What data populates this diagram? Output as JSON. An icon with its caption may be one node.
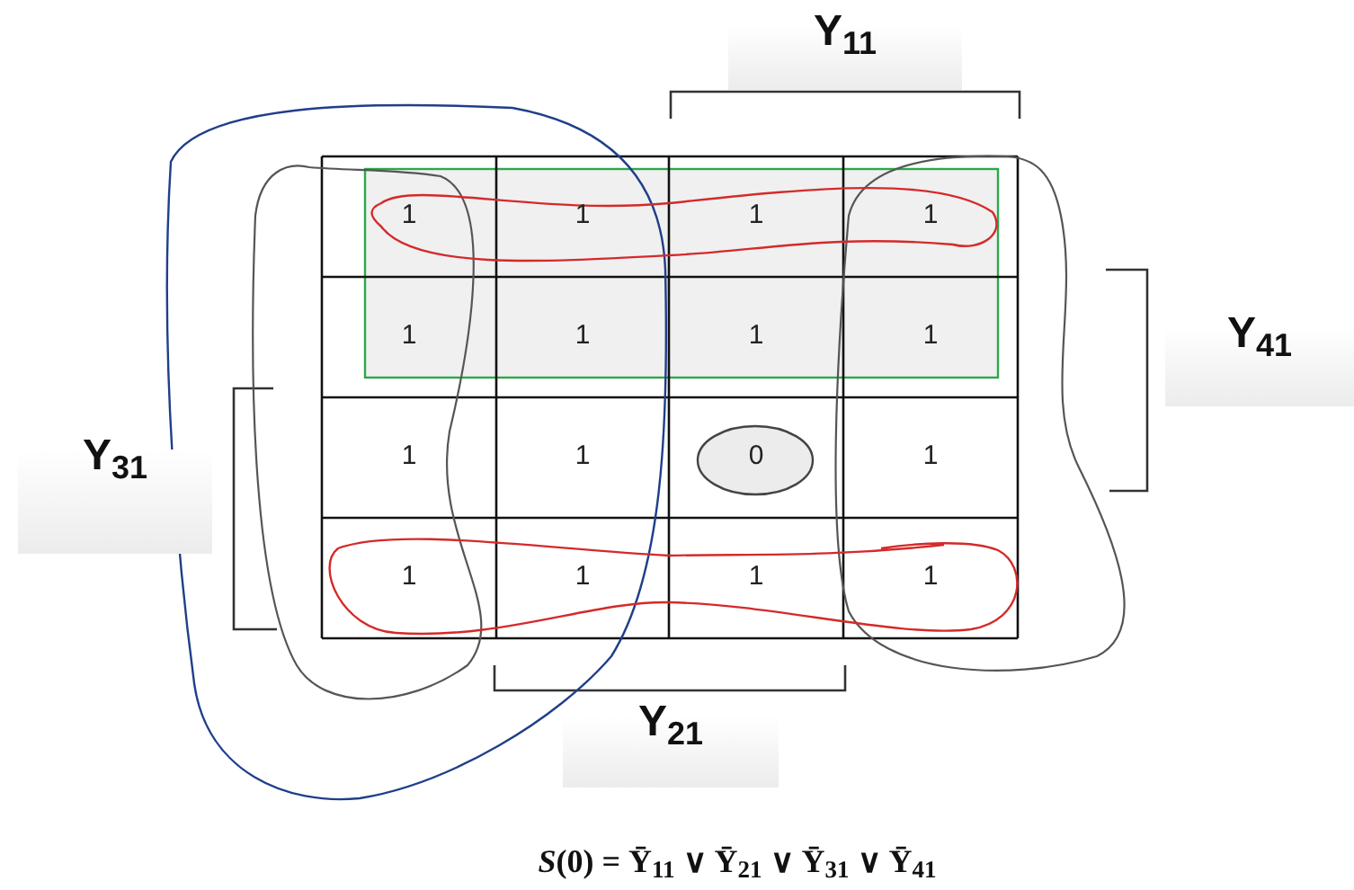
{
  "diagram": {
    "nodes": [
      {
        "text": [
          "Y$_{11}$"
        ]
      },
      {
        "text": [
          "Y$_{41}$"
        ]
      },
      {
        "text": [
          "Y$_{31}$"
        ]
      },
      {
        "text": [
          "Y$_{21}$"
        ]
      }
    ],
    "labels": [
      "1",
      "1",
      "1",
      "1",
      "1",
      "1",
      "1",
      "1",
      "1",
      "1",
      "0",
      "1",
      "1",
      "1",
      "1",
      "1",
      "*S*(0) =  Ȳ$_{11}$ ∨ Ȳ$_{21}$ ∨ Ȳ$_{31}$ ∨ Ȳ$_{41}$"
    ]
  }
}
